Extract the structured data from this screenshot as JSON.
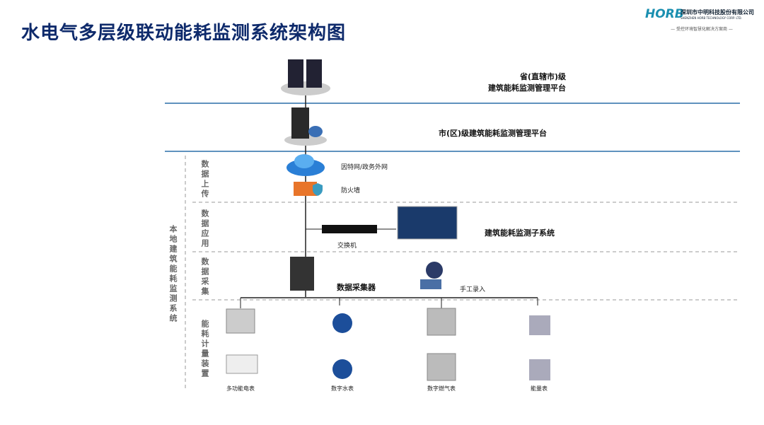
{
  "title": "水电气多层级联动能耗监测系统架构图",
  "logo": {
    "brand": "HORB",
    "company_cn": "深圳市中明科技股份有限公司",
    "company_en": "SHENZHEN HORB TECHNOLOGY CORP. LTD.",
    "slogan": "受控环境智慧化解决方案商"
  },
  "levels": {
    "province_line1": "省(直辖市)级",
    "province_line2": "建筑能耗监测管理平台",
    "city": "市(区)级建筑能耗监测管理平台",
    "local": "本地建筑能耗监测系统"
  },
  "sections": [
    "数据上传",
    "数据应用",
    "数据采集",
    "能耗计量装置"
  ],
  "nodes": {
    "internet": "因特网/政务外网",
    "firewall": "防火墙",
    "switch": "交换机",
    "subsystem": "建筑能耗监测子系统",
    "collector": "数据采集器",
    "manual": "手工录入"
  },
  "meters": [
    "多功能电表",
    "数字水表",
    "数字燃气表",
    "能量表"
  ],
  "colors": {
    "title": "#0e2a6b",
    "rule": "#2a6fa8",
    "brand": "#1a8fb0"
  }
}
